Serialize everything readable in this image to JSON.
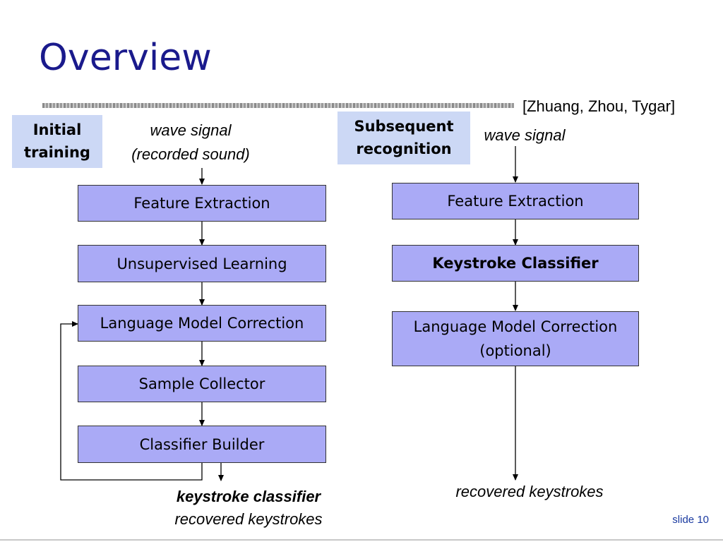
{
  "title": "Overview",
  "citation": "[Zhuang, Zhou, Tygar]",
  "left": {
    "tag_line1": "Initial",
    "tag_line2": "training",
    "input_line1": "wave signal",
    "input_line2": "(recorded sound)",
    "steps": [
      "Feature Extraction",
      "Unsupervised Learning",
      "Language Model Correction",
      "Sample Collector",
      "Classifier Builder"
    ],
    "output_line1": "keystroke classifier",
    "output_line2": "recovered keystrokes"
  },
  "right": {
    "tag_line1": "Subsequent",
    "tag_line2": "recognition",
    "input_line1": "wave signal",
    "steps": [
      "Feature Extraction",
      "Keystroke Classifier",
      "Language Model Correction"
    ],
    "step3_line2": "(optional)",
    "output_line1": "recovered keystrokes"
  },
  "slide_number": "slide 10"
}
